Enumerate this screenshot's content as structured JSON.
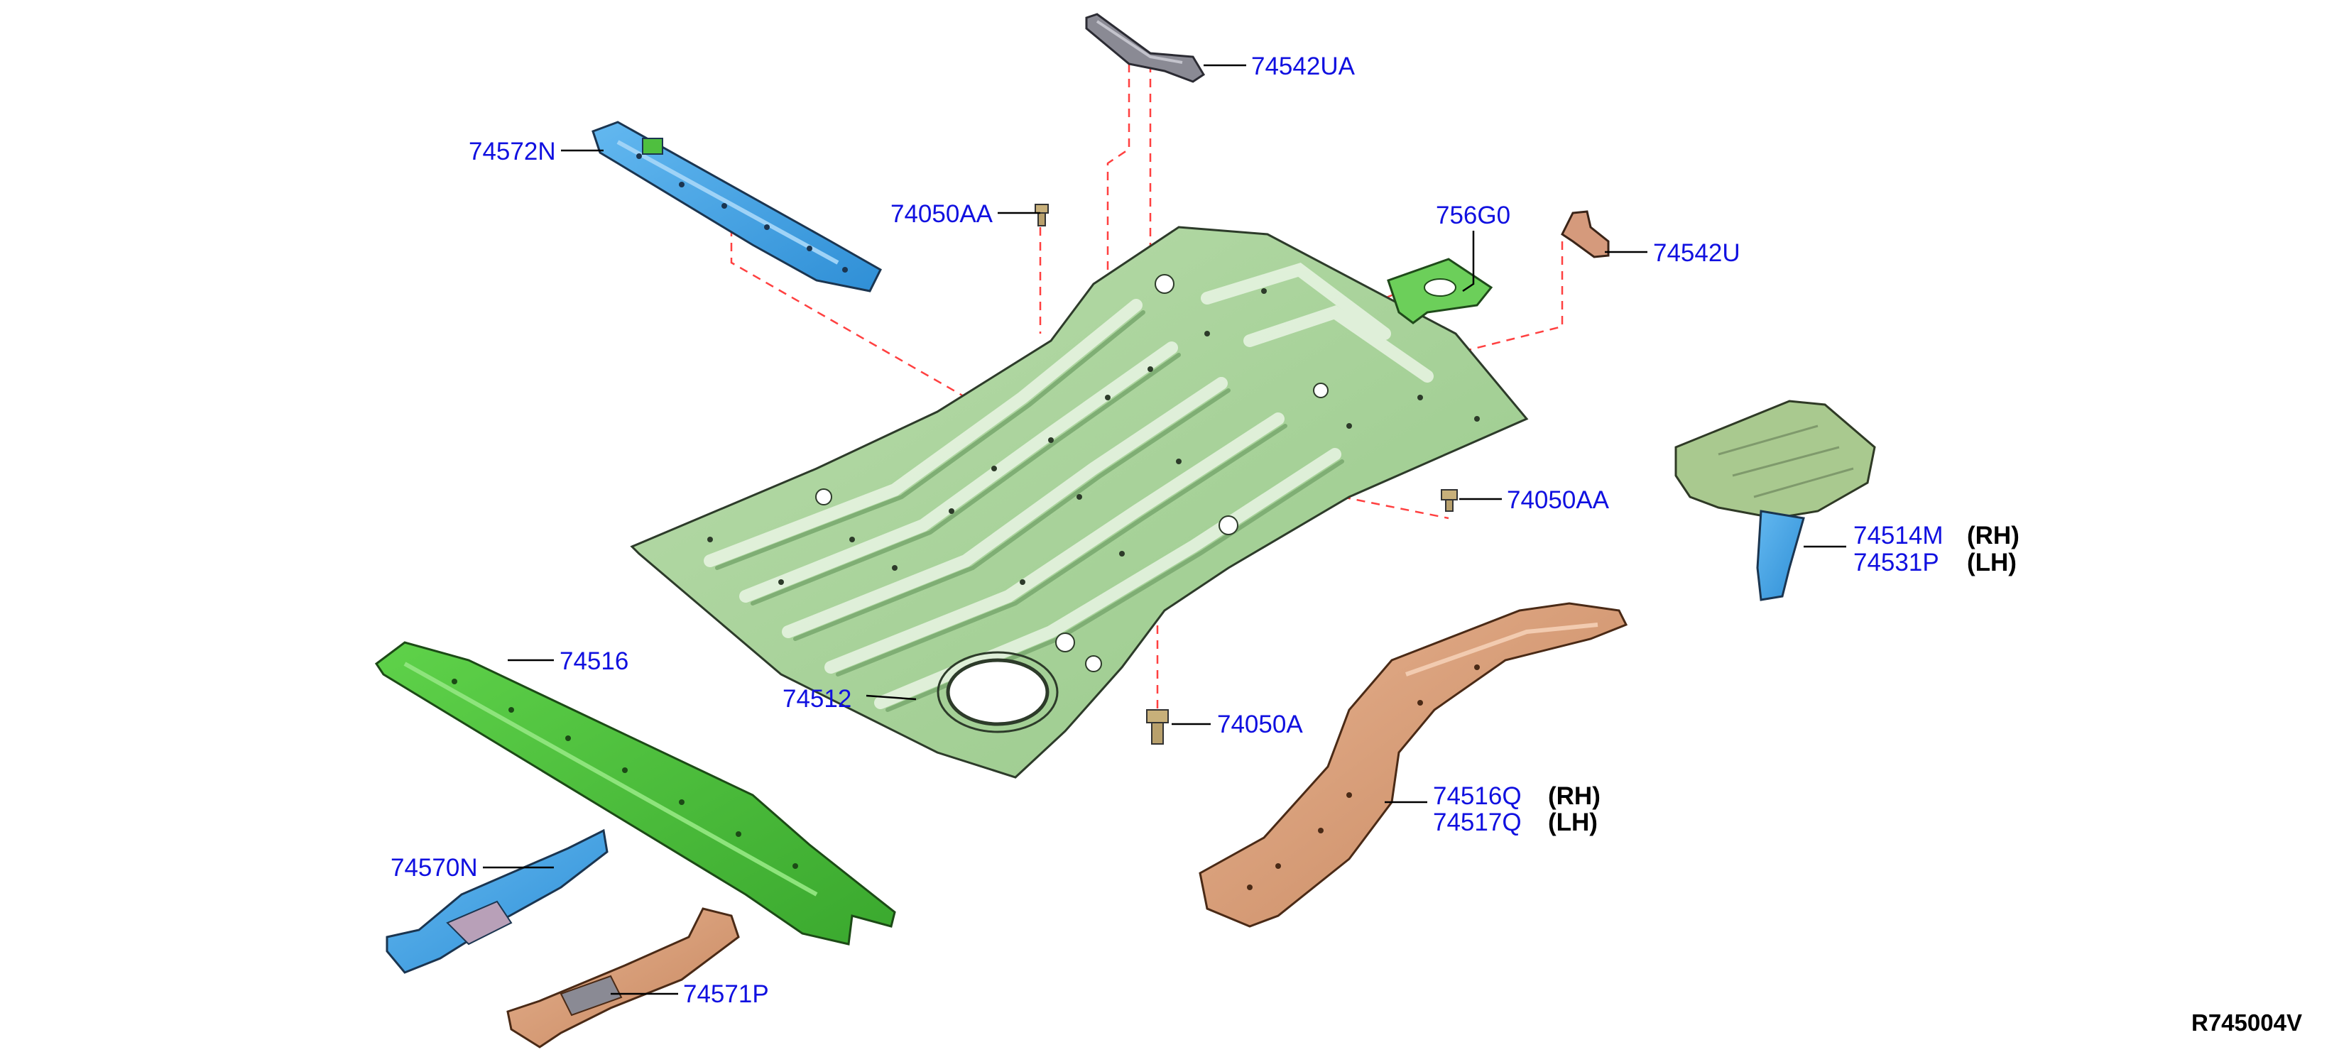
{
  "diagram": {
    "reference_code": "R745004V",
    "parts": [
      {
        "id": "74542UA",
        "label": "74542UA",
        "color": "#8a8a94"
      },
      {
        "id": "74572N",
        "label": "74572N",
        "color": "#4aa6e6"
      },
      {
        "id": "74050AA_top",
        "label": "74050AA",
        "color": "#c8b07a"
      },
      {
        "id": "756G0",
        "label": "756G0",
        "color": "#6ccf5a"
      },
      {
        "id": "74542U",
        "label": "74542U",
        "color": "#d59a7c"
      },
      {
        "id": "74050AA_right",
        "label": "74050AA",
        "color": "#c8b07a"
      },
      {
        "id": "74514M",
        "label": "74514M",
        "side": "(RH)",
        "color": "#a9c98f"
      },
      {
        "id": "74531P",
        "label": "74531P",
        "side": "(LH)",
        "color": "#4aa6e6"
      },
      {
        "id": "74516",
        "label": "74516",
        "color": "#4fbf3f"
      },
      {
        "id": "74512",
        "label": "74512",
        "color": "#a8d49a"
      },
      {
        "id": "74050A",
        "label": "74050A",
        "color": "#c8b07a"
      },
      {
        "id": "74516Q",
        "label": "74516Q",
        "side": "(RH)",
        "color": "#d9a07c"
      },
      {
        "id": "74517Q",
        "label": "74517Q",
        "side": "(LH)",
        "color": "#d9a07c"
      },
      {
        "id": "74570N",
        "label": "74570N",
        "color": "#4aa6e6"
      },
      {
        "id": "74571P",
        "label": "74571P",
        "color": "#d9a07c"
      }
    ]
  }
}
